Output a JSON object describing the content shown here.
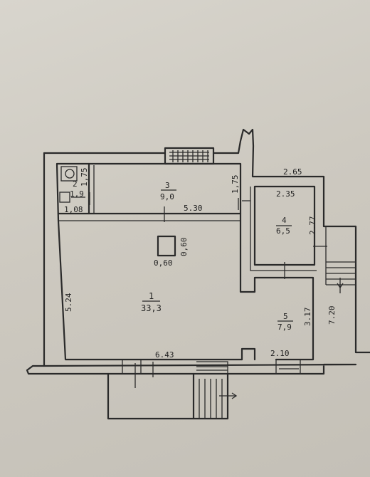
{
  "plan": {
    "rooms": [
      {
        "number": "1",
        "area": "33,3"
      },
      {
        "number": "2",
        "area": "1,9"
      },
      {
        "number": "3",
        "area": "9,0"
      },
      {
        "number": "4",
        "area": "6,5"
      },
      {
        "number": "5",
        "area": "7,9"
      }
    ],
    "dimensions": [
      "1,75",
      "1,08",
      "1,75",
      "5.30",
      "2.65",
      "2.35",
      "2.77",
      "0,60",
      "0,60",
      "5.24",
      "3.17",
      "7.20",
      "6.43",
      "2.10"
    ]
  }
}
